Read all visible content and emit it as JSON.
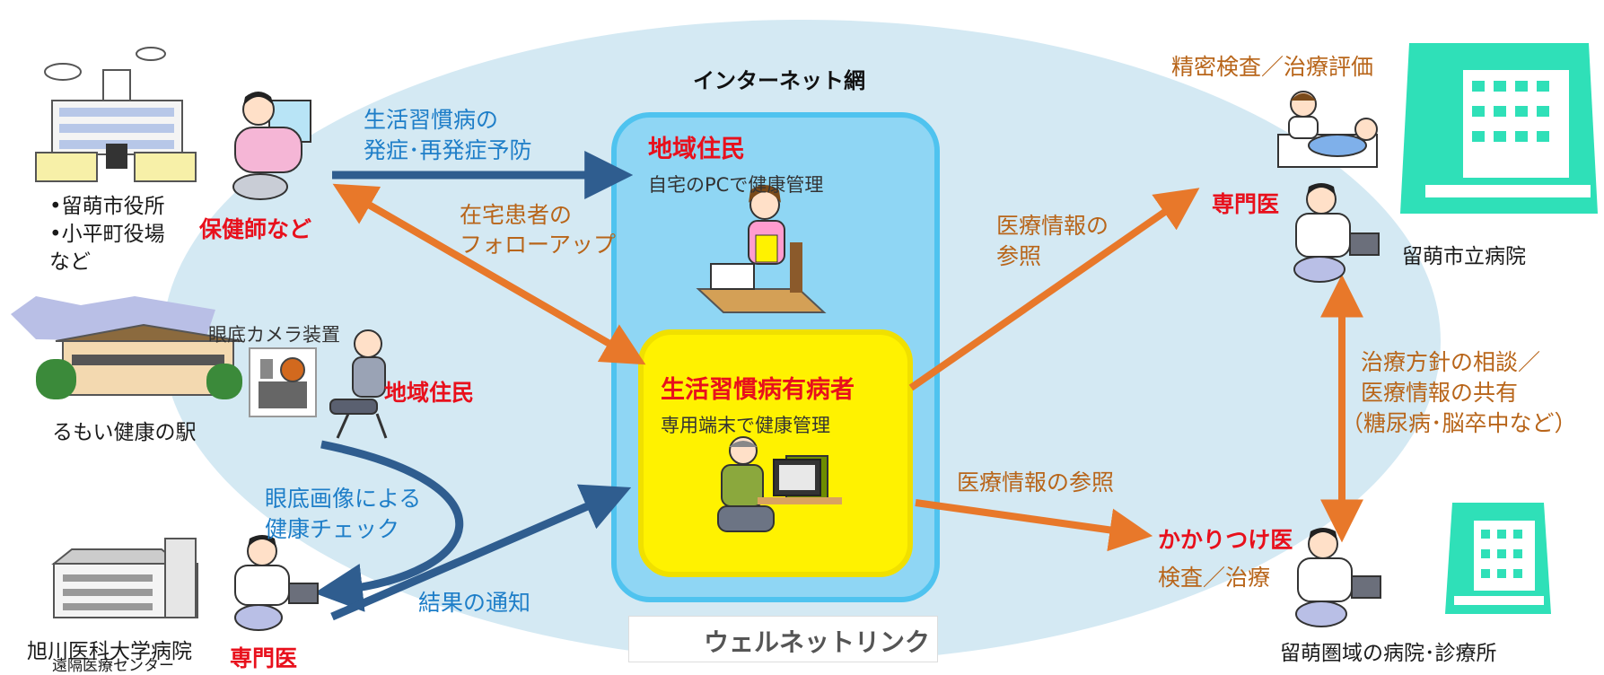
{
  "diagram": {
    "network_title": "インターネット網",
    "central_box": {
      "title": "地域住民",
      "subtitle": "自宅のPCで健康管理"
    },
    "inner_box": {
      "title": "生活習慣病有病者",
      "subtitle": "専用端末で健康管理"
    },
    "logo_text": "ウェルネットリンク",
    "left": {
      "city_office_lines": [
        "•留萌市役所",
        "•小平町役場",
        "など"
      ],
      "health_nurse": "保健師など",
      "prevention_label": [
        "生活習慣病の",
        "発症･再発症予防"
      ],
      "followup_label": [
        "在宅患者の",
        "フォローアップ"
      ],
      "fundus_camera": "眼底カメラ装置",
      "station_resident": "地域住民",
      "station_name": "るもい健康の駅",
      "fundus_check": [
        "眼底画像による",
        "健康チェック"
      ],
      "result_notice": "結果の通知",
      "asahikawa_hospital": "旭川医科大学病院",
      "telemedicine_center": "遠隔医療センター",
      "asahikawa_specialist": "専門医"
    },
    "right": {
      "detailed_exam": "精密検査／治療評価",
      "specialist": "専門医",
      "city_hospital": "留萌市立病院",
      "medical_info_ref": [
        "医療情報の",
        "参照"
      ],
      "treatment_consult": [
        "治療方針の相談／",
        "医療情報の共有",
        "（糖尿病･脳卒中など）"
      ],
      "medical_info_ref2": "医療情報の参照",
      "family_doctor": "かかりつけ医",
      "exam_treatment": "検査／治療",
      "regional_clinics": "留萌圏域の病院･診療所"
    },
    "colors": {
      "ellipse": "#d4e9f3",
      "central_box": "#8fd6f4",
      "inner_box": "#fff200",
      "blue_arrow": "#2f5d8f",
      "orange_arrow": "#e8782a",
      "red_label": "#e8101c",
      "building_teal": "#2fe0b8"
    }
  }
}
